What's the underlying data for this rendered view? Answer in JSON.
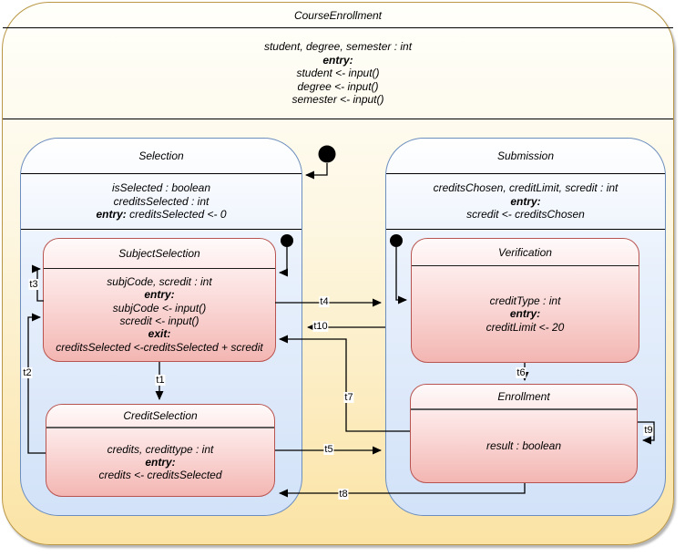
{
  "machine": {
    "title": "CourseEnrollment",
    "attributes": "student, degree, semester : int",
    "entry_label": "entry:",
    "entry_actions": [
      "student <- input()",
      "degree <- input()",
      "semester <- input()"
    ]
  },
  "selection": {
    "title": "Selection",
    "attributes": [
      "isSelected : boolean",
      "creditsSelected : int"
    ],
    "entry_label": "entry:",
    "entry_action": "creditsSelected <- 0"
  },
  "subject_selection": {
    "title": "SubjectSelection",
    "attributes": "subjCode, scredit : int",
    "entry_label": "entry:",
    "entry_actions": [
      "subjCode <- input()",
      "scredit <- input()"
    ],
    "exit_label": "exit:",
    "exit_action": "creditsSelected <-creditsSelected  + scredit"
  },
  "credit_selection": {
    "title": "CreditSelection",
    "attributes": "credits, credittype : int",
    "entry_label": "entry:",
    "entry_action": "credits <- creditsSelected"
  },
  "submission": {
    "title": "Submission",
    "attributes": "creditsChosen, creditLimit, scredit : int",
    "entry_label": "entry:",
    "entry_action": "scredit <- creditsChosen"
  },
  "verification": {
    "title": "Verification",
    "attributes": "creditType : int",
    "entry_label": "entry:",
    "entry_action": "creditLimit <- 20"
  },
  "enrollment": {
    "title": "Enrollment",
    "attributes": "result : boolean"
  },
  "transitions": {
    "t1": "t1",
    "t2": "t2",
    "t3": "t3",
    "t4": "t4",
    "t5": "t5",
    "t6": "t6",
    "t7": "t7",
    "t8": "t8",
    "t9": "t9",
    "t10": "t10"
  },
  "colors": {
    "machine_border": "#d6b656",
    "machine_fill": "#fff2cc",
    "composite_border": "#6c8ebf",
    "composite_fill": "#dae8fc",
    "leaf_border": "#b85450",
    "leaf_fill": "#f8cecc",
    "edge": "#000000"
  }
}
